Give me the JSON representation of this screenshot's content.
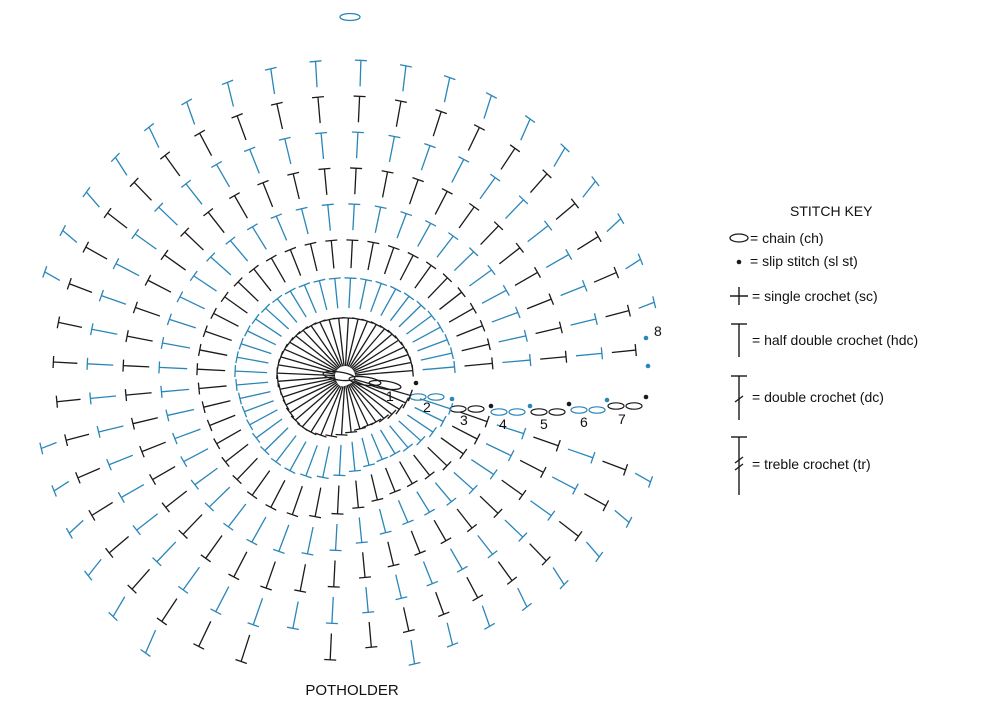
{
  "diagram": {
    "title": "POTHOLDER",
    "colors": {
      "round_black": "#1a1a1a",
      "round_blue": "#2a86b8",
      "text": "#111111"
    },
    "round_labels": [
      "1",
      "2",
      "3",
      "4",
      "5",
      "6",
      "7",
      "8"
    ]
  },
  "stitch_key": {
    "title": "STITCH KEY",
    "entries": [
      {
        "symbol": "chain-symbol-icon",
        "label": "= chain (ch)"
      },
      {
        "symbol": "slip-stitch-symbol-icon",
        "label": "= slip stitch (sl st)"
      },
      {
        "symbol": "single-crochet-symbol-icon",
        "label": "= single crochet (sc)"
      },
      {
        "symbol": "half-double-crochet-symbol-icon",
        "label": "= half double crochet (hdc)"
      },
      {
        "symbol": "double-crochet-symbol-icon",
        "label": "= double crochet (dc)"
      },
      {
        "symbol": "treble-crochet-symbol-icon",
        "label": "= treble crochet (tr)"
      }
    ]
  }
}
